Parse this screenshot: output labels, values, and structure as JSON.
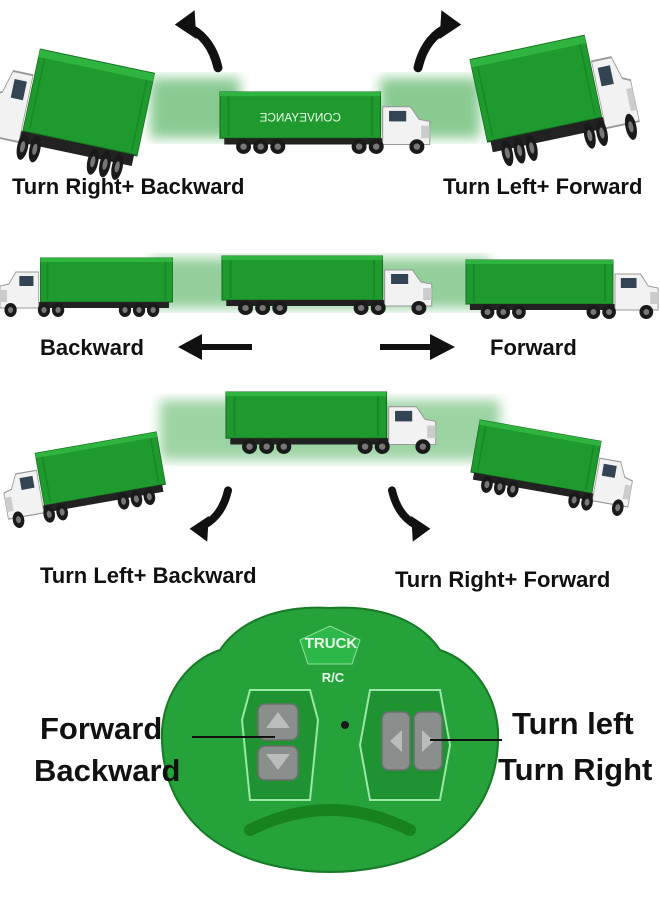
{
  "row1": {
    "left_label": "Turn Right+ Backward",
    "right_label": "Turn Left+ Forward"
  },
  "row2": {
    "left_label": "Backward",
    "right_label": "Forward"
  },
  "row3": {
    "left_label": "Turn Left+ Backward",
    "right_label": "Turn Right+ Forward"
  },
  "trailer_text": "CONVEYANCE",
  "remote": {
    "brand": "TRUCK",
    "mode": "R/C",
    "left_labels": [
      "Forward",
      "Backward"
    ],
    "right_labels": [
      "Turn left",
      "Turn Right"
    ]
  },
  "colors": {
    "trailer_green": "#1f9a2e",
    "remote_green": "#26a23a",
    "cab_white": "#f2f2f2",
    "arrow_black": "#111111"
  },
  "icons": [
    "curved-arrow-icon",
    "straight-arrow-icon",
    "remote-button-icon"
  ]
}
